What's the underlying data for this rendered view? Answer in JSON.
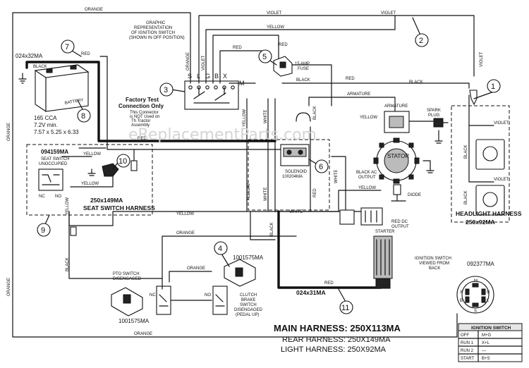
{
  "watermark": "eReplacementParts.com",
  "wire_colors": {
    "orange": "ORANGE",
    "violet": "VIOLET",
    "yellow": "YELLOW",
    "red": "RED",
    "black": "BLACK",
    "white": "WHITE",
    "armature": "ARMATURE"
  },
  "parts": {
    "headlight_harness": {
      "number": "1",
      "label": "HEADLIGHT HARNESS",
      "part_no": "250x92MA"
    },
    "violet_wire": {
      "number": "2"
    },
    "ignition_switch": {
      "number": "3",
      "note": "GRAPHIC\nREPRESENTATION\nOF IGNITION SWITCH\n(SHOWN IN OFF POSITION)",
      "terminals": [
        "S",
        "L",
        "G",
        "B",
        "X",
        "M"
      ]
    },
    "clutch_switch": {
      "number": "4",
      "part_no": "1001575MA",
      "label": "CLUTCH\nBRAKE\nSWITCH\nDISENGAGED\n(PEDAL UP)"
    },
    "fuse": {
      "number": "5",
      "label": "15 AMP\nFUSE"
    },
    "solenoid": {
      "number": "6",
      "label": "SOLENOID",
      "part_no": "100204MA"
    },
    "battery_cable_red": {
      "number": "7",
      "part_no": "024x32MA"
    },
    "battery": {
      "number": "8",
      "label": "BATTERY",
      "specs": [
        "165 CCA",
        "7.2V min.",
        "7.57 x 5.25 x 6.33"
      ]
    },
    "seat_switch_harness": {
      "number": "9",
      "label": "SEAT SWITCH HARNESS",
      "part_no": "250x149MA",
      "switch_part_no": "094159MA",
      "switch_label": "SEAT SWITCH\nUNOCCUPIED"
    },
    "factory_test": {
      "number": "10",
      "label": "Factory Test\nConnection Only",
      "note": "This Connector\nis NOT Used on\nTh Tractor\nAssembly"
    },
    "starter_cable": {
      "number": "11",
      "part_no": "024x31MA",
      "starter_label": "STARTER"
    },
    "pto_switch": {
      "label": "PTO SWITCH\nDISENGAGED",
      "part_no": "1001575MA"
    },
    "stator": {
      "label": "STATOR",
      "ac_output": "BLACK AC\nOUTPUT",
      "dc_output": "RED DC\nOUTPUT",
      "diode": "DIODE",
      "spark_plug": "SPARK\nPLUG"
    },
    "ignition_view": {
      "label": "IGNITION SWITCH\nVIEWED FROM\nBACK",
      "part_no": "092377MA"
    }
  },
  "terminal_labels": {
    "nc": "NC",
    "no": "NO"
  },
  "harness_summary": {
    "main": "MAIN HARNESS: 250X113MA",
    "rear": "REAR HARNESS: 250X149MA",
    "light": "LIGHT HARNESS: 250X92MA"
  },
  "ignition_table": {
    "title": "IGNITION SWITCH",
    "rows": [
      {
        "position": "OFF",
        "circuit": "M+G"
      },
      {
        "position": "RUN 1",
        "circuit": "X+L"
      },
      {
        "position": "RUN 2",
        "circuit": "—"
      },
      {
        "position": "START",
        "circuit": "B+S"
      }
    ]
  }
}
